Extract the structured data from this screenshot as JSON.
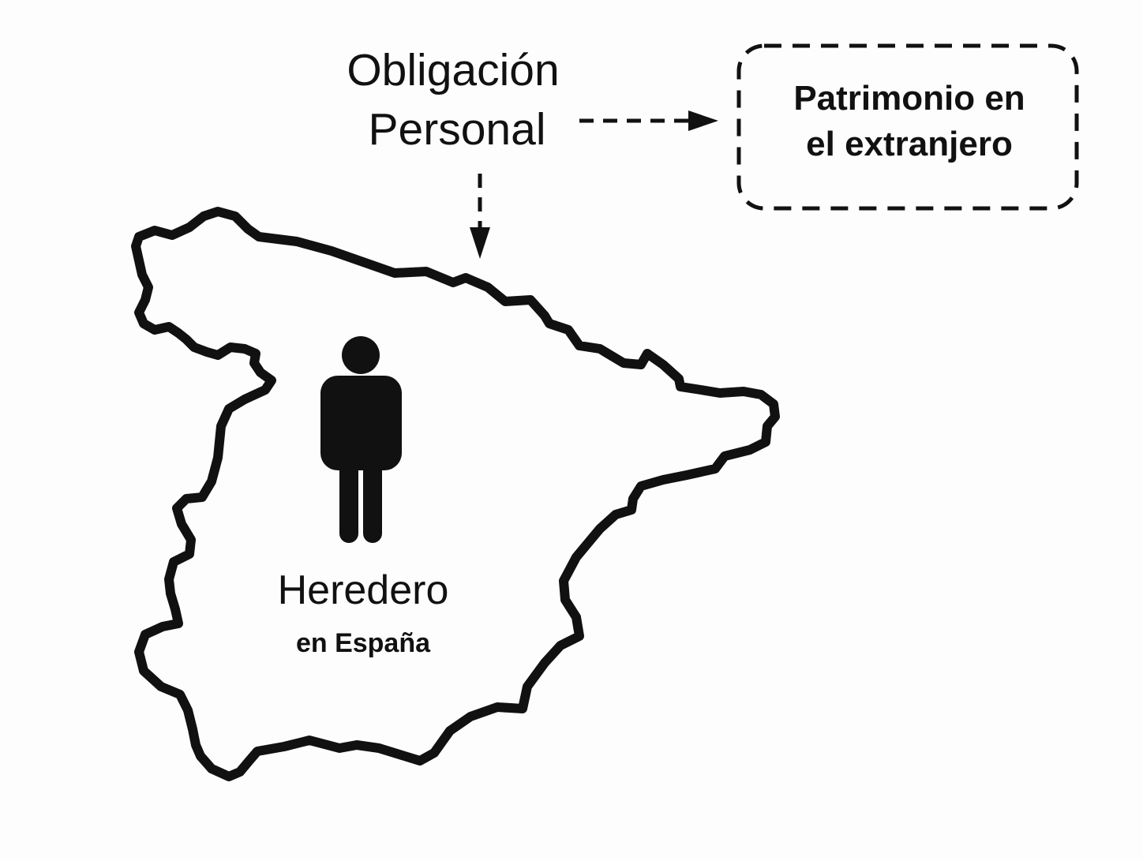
{
  "diagram": {
    "concept_line1": "Obligación",
    "concept_line2": "Personal",
    "box_line1": "Patrimonio en",
    "box_line2": "el extranjero",
    "person_label": "Heredero",
    "person_sublabel": "en España"
  },
  "colors": {
    "stroke": "#111111",
    "background": "#fdfdfd"
  },
  "icons": [
    "spain-map-outline",
    "person-icon",
    "arrow-right-icon",
    "arrow-down-icon"
  ]
}
